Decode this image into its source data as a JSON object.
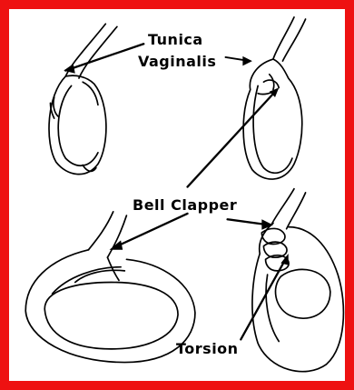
{
  "diagram": {
    "labels": {
      "tunica": "Tunica",
      "vaginalis": "Vaginalis",
      "bell_clapper": "Bell Clapper",
      "torsion": "Torsion"
    }
  },
  "colors": {
    "border": "#ee1111",
    "ink": "#000000",
    "background": "#ffffff"
  }
}
